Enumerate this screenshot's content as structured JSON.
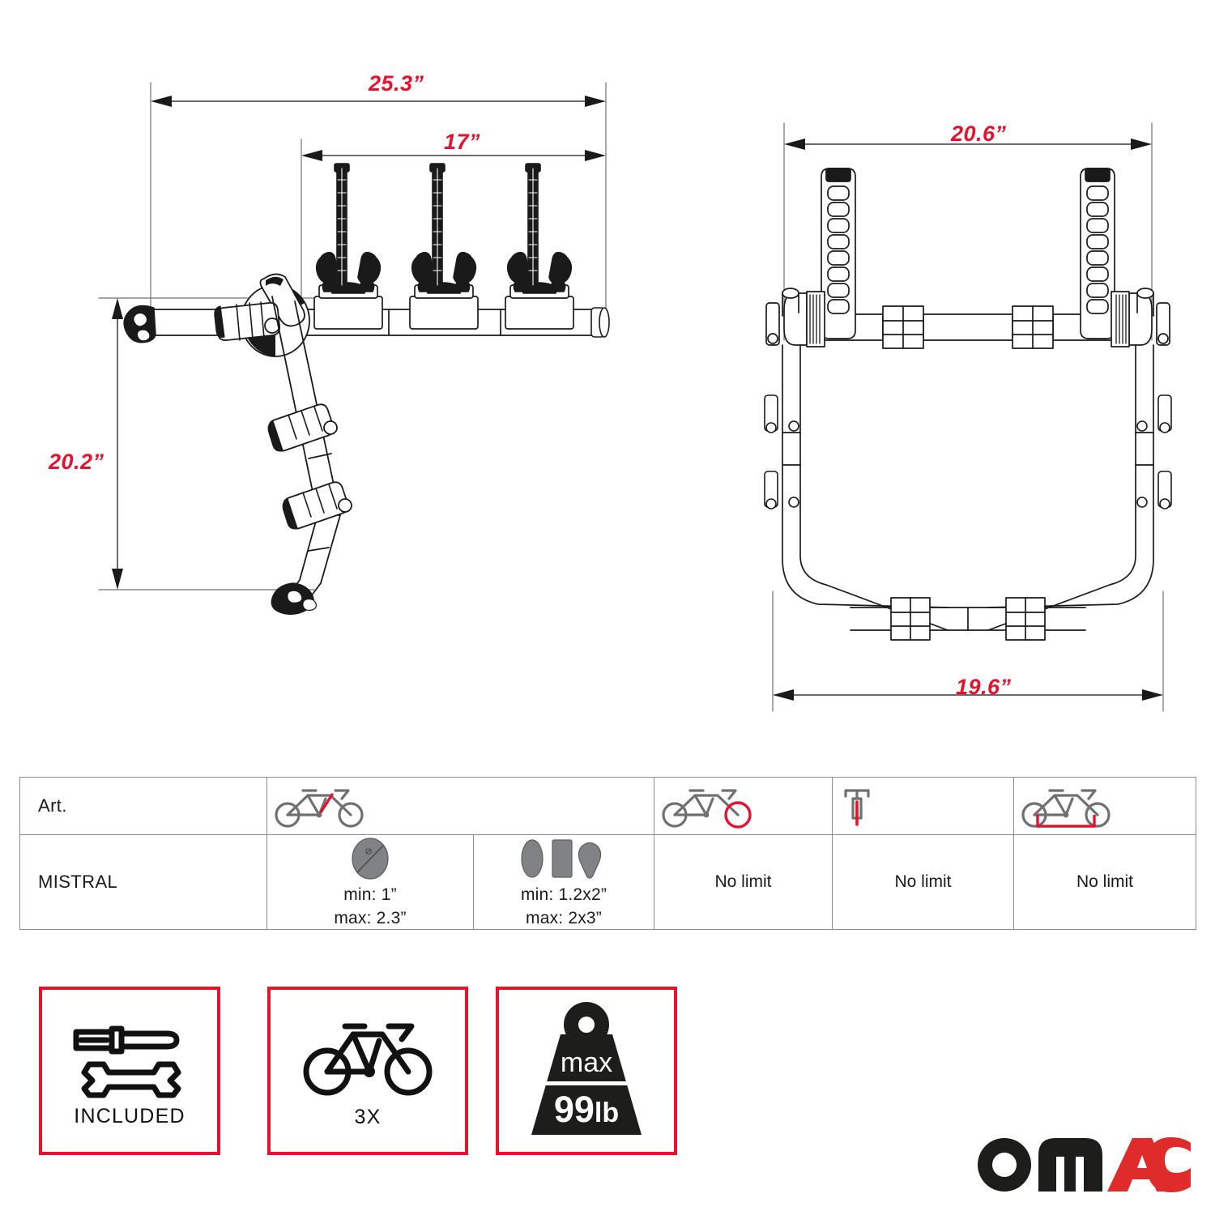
{
  "product": {
    "name": "MISTRAL",
    "type": "hitch bike rack technical drawing"
  },
  "dimensions": {
    "overall_width": "25.3”",
    "carrier_span": "17”",
    "overall_height": "20.2”",
    "rear_top_width": "20.6”",
    "rear_bottom_width": "19.6”"
  },
  "views": {
    "side": {
      "name": "side-view-diagram"
    },
    "rear": {
      "name": "rear-view-diagram"
    }
  },
  "spec_table": {
    "columns": [
      {
        "key": "art",
        "header_label": "Art.",
        "icon": "none"
      },
      {
        "key": "frame_tube",
        "header_label": "",
        "icon": "bicycle-frame-tube-icon"
      },
      {
        "key": "frame_shape",
        "header_label": "",
        "icon": "bicycle-frame-shape-icon"
      },
      {
        "key": "wheel",
        "header_label": "",
        "icon": "bicycle-wheel-icon"
      },
      {
        "key": "seatpost",
        "header_label": "",
        "icon": "bicycle-seatpost-icon"
      },
      {
        "key": "wheelbase",
        "header_label": "",
        "icon": "bicycle-wheelbase-icon"
      }
    ],
    "rows": [
      {
        "label": "MISTRAL",
        "frame_tube": {
          "min": "min: 1”",
          "max": "max: 2.3”"
        },
        "frame_shape": {
          "min": "min: 1.2x2”",
          "max": "max:  2x3”"
        },
        "wheel": "No limit",
        "seatpost": "No limit",
        "wheelbase": "No limit"
      }
    ]
  },
  "badges": [
    {
      "id": "included",
      "icon": "screwdriver-wrench-icon",
      "label": "INCLUDED"
    },
    {
      "id": "quantity",
      "icon": "bicycle-icon",
      "label": "3X"
    },
    {
      "id": "weight",
      "icon": "weight-icon",
      "max_word": "max",
      "value": "99",
      "unit": "lb"
    }
  ],
  "brand": {
    "name_dark": "OM",
    "name_red": "AC"
  },
  "colors": {
    "accent_red": "#e8112d",
    "line_dark": "#1a1a1a",
    "line_grey": "#6f7072",
    "fill_grey": "#808285",
    "table_border": "#8b8b8b",
    "background": "#ffffff"
  }
}
